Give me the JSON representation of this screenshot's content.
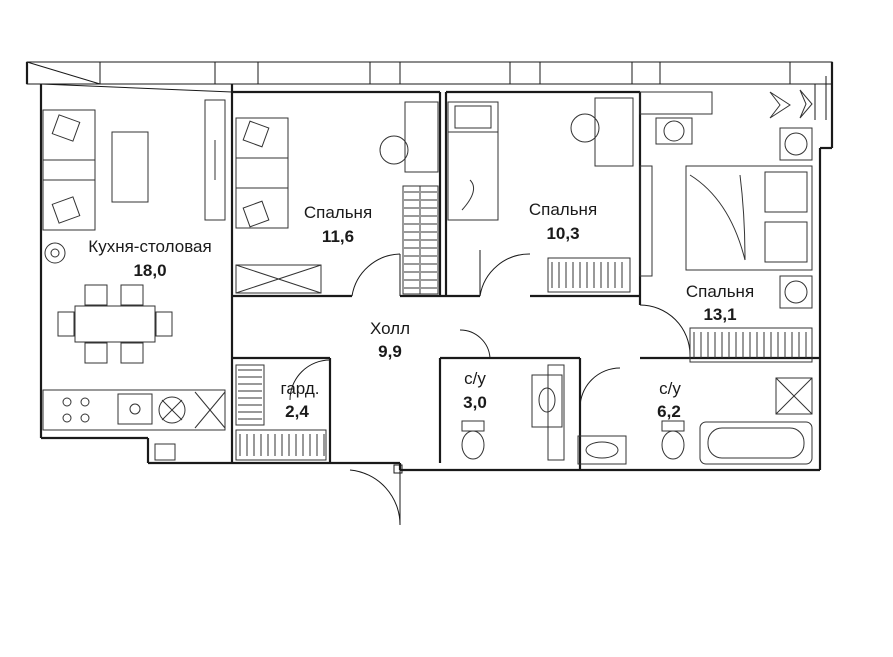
{
  "rooms": [
    {
      "id": "kitchen",
      "name": "Кухня-столовая",
      "area": "18,0"
    },
    {
      "id": "bedroom1",
      "name": "Спальня",
      "area": "11,6"
    },
    {
      "id": "bedroom2",
      "name": "Спальня",
      "area": "10,3"
    },
    {
      "id": "bedroom3",
      "name": "Спальня",
      "area": "13,1"
    },
    {
      "id": "hall",
      "name": "Холл",
      "area": "9,9"
    },
    {
      "id": "wardrobe",
      "name": "гард.",
      "area": "2,4"
    },
    {
      "id": "bath1",
      "name": "с/у",
      "area": "3,0"
    },
    {
      "id": "bath2",
      "name": "с/у",
      "area": "6,2"
    }
  ]
}
